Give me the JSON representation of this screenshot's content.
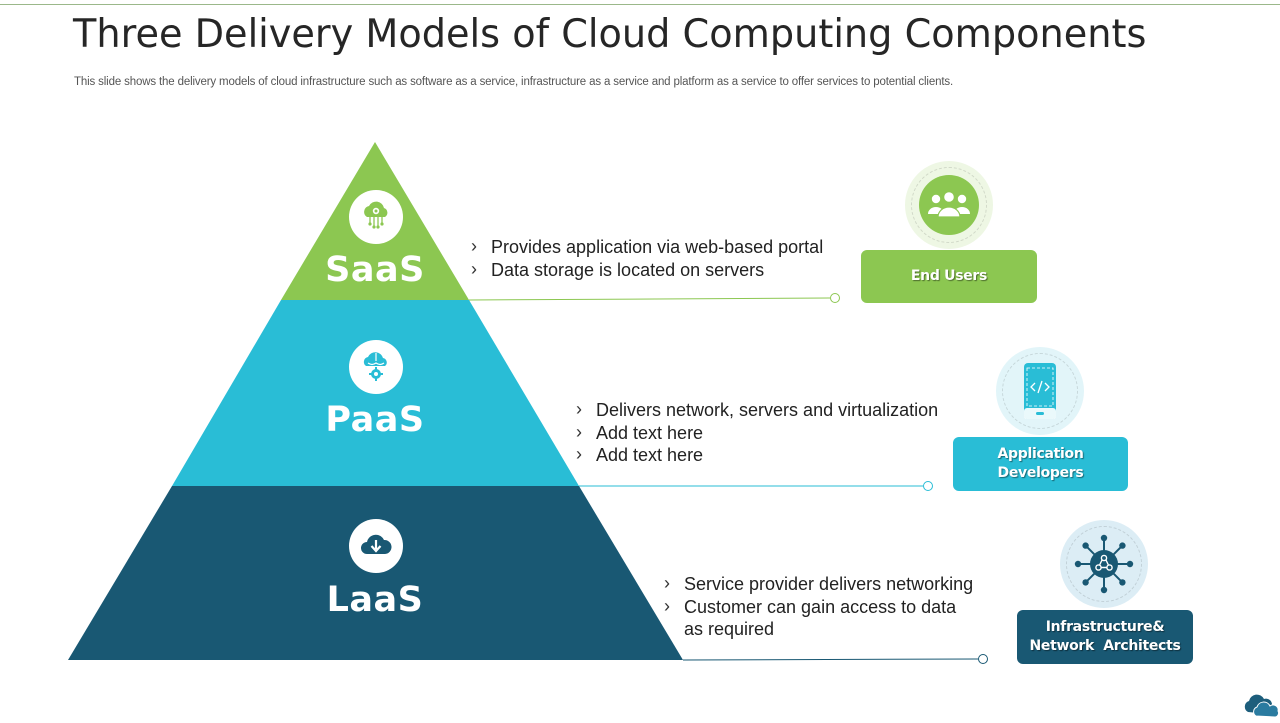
{
  "slide": {
    "title": "Three Delivery Models of Cloud Computing Components",
    "subtitle": "This slide shows the delivery models of cloud infrastructure such as software as a service, infrastructure as a service and platform as a service to offer services to potential clients."
  },
  "colors": {
    "saas": "#8cc751",
    "paas": "#29bdd6",
    "laas": "#195873",
    "top_rule": "#9bb88a"
  },
  "tiers": [
    {
      "label": "SaaS",
      "icon": "cloud-gear-network-icon",
      "bullets": [
        "Provides application via web-based portal",
        "Data storage is located on servers"
      ],
      "role": {
        "label": "End Users",
        "icon": "users-group-icon"
      }
    },
    {
      "label": "PaaS",
      "icon": "cloud-gear-platform-icon",
      "bullets": [
        "Delivers network, servers and virtualization",
        "Add text here",
        "Add text here"
      ],
      "role": {
        "label_line1": "Application",
        "label_line2": "Developers",
        "icon": "mobile-code-icon"
      }
    },
    {
      "label": "LaaS",
      "icon": "cloud-download-icon",
      "bullets": [
        "Service provider delivers networking",
        "Customer can gain access to data as required"
      ],
      "role": {
        "label_line1": "Infrastructure&",
        "label_line2": "Network  Architects",
        "icon": "network-hub-icon"
      }
    }
  ],
  "footer": {
    "logo_icon": "cloud-logo-icon"
  }
}
